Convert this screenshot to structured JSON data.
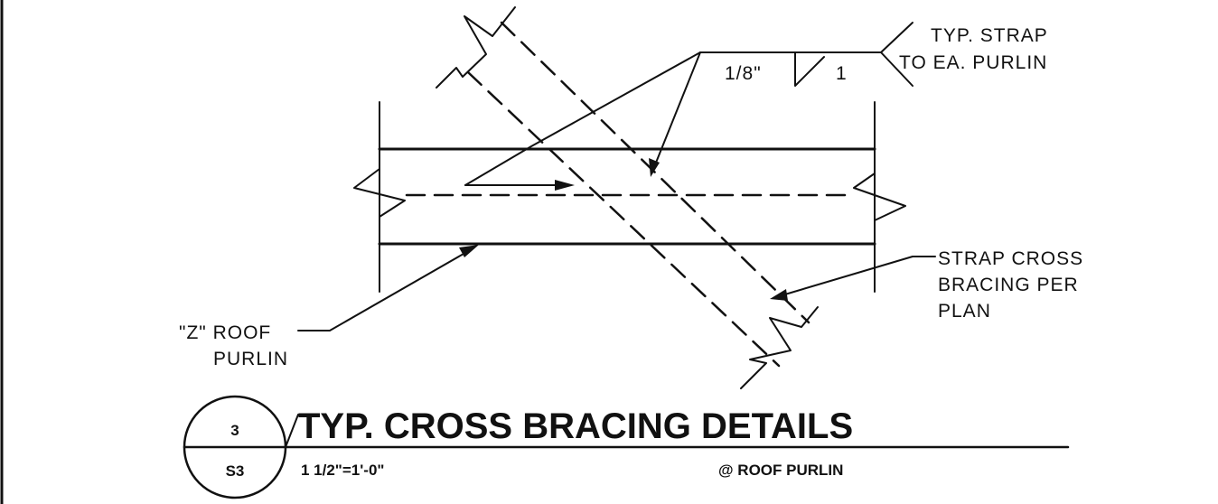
{
  "notes": {
    "typ_strap_line1": "TYP. STRAP",
    "typ_strap_line2": "TO EA. PURLIN",
    "weld_size": "1/8\"",
    "weld_length": "1",
    "cross_bracing_line1": "STRAP CROSS",
    "cross_bracing_line2": "BRACING PER",
    "cross_bracing_line3": "PLAN",
    "purlin_line1": "\"Z\" ROOF",
    "purlin_line2": "PURLIN"
  },
  "title_block": {
    "detail_number": "3",
    "sheet_number": "S3",
    "title": "TYP. CROSS BRACING DETAILS",
    "scale": "1 1/2\"=1'-0\"",
    "location": "@ ROOF PURLIN"
  }
}
